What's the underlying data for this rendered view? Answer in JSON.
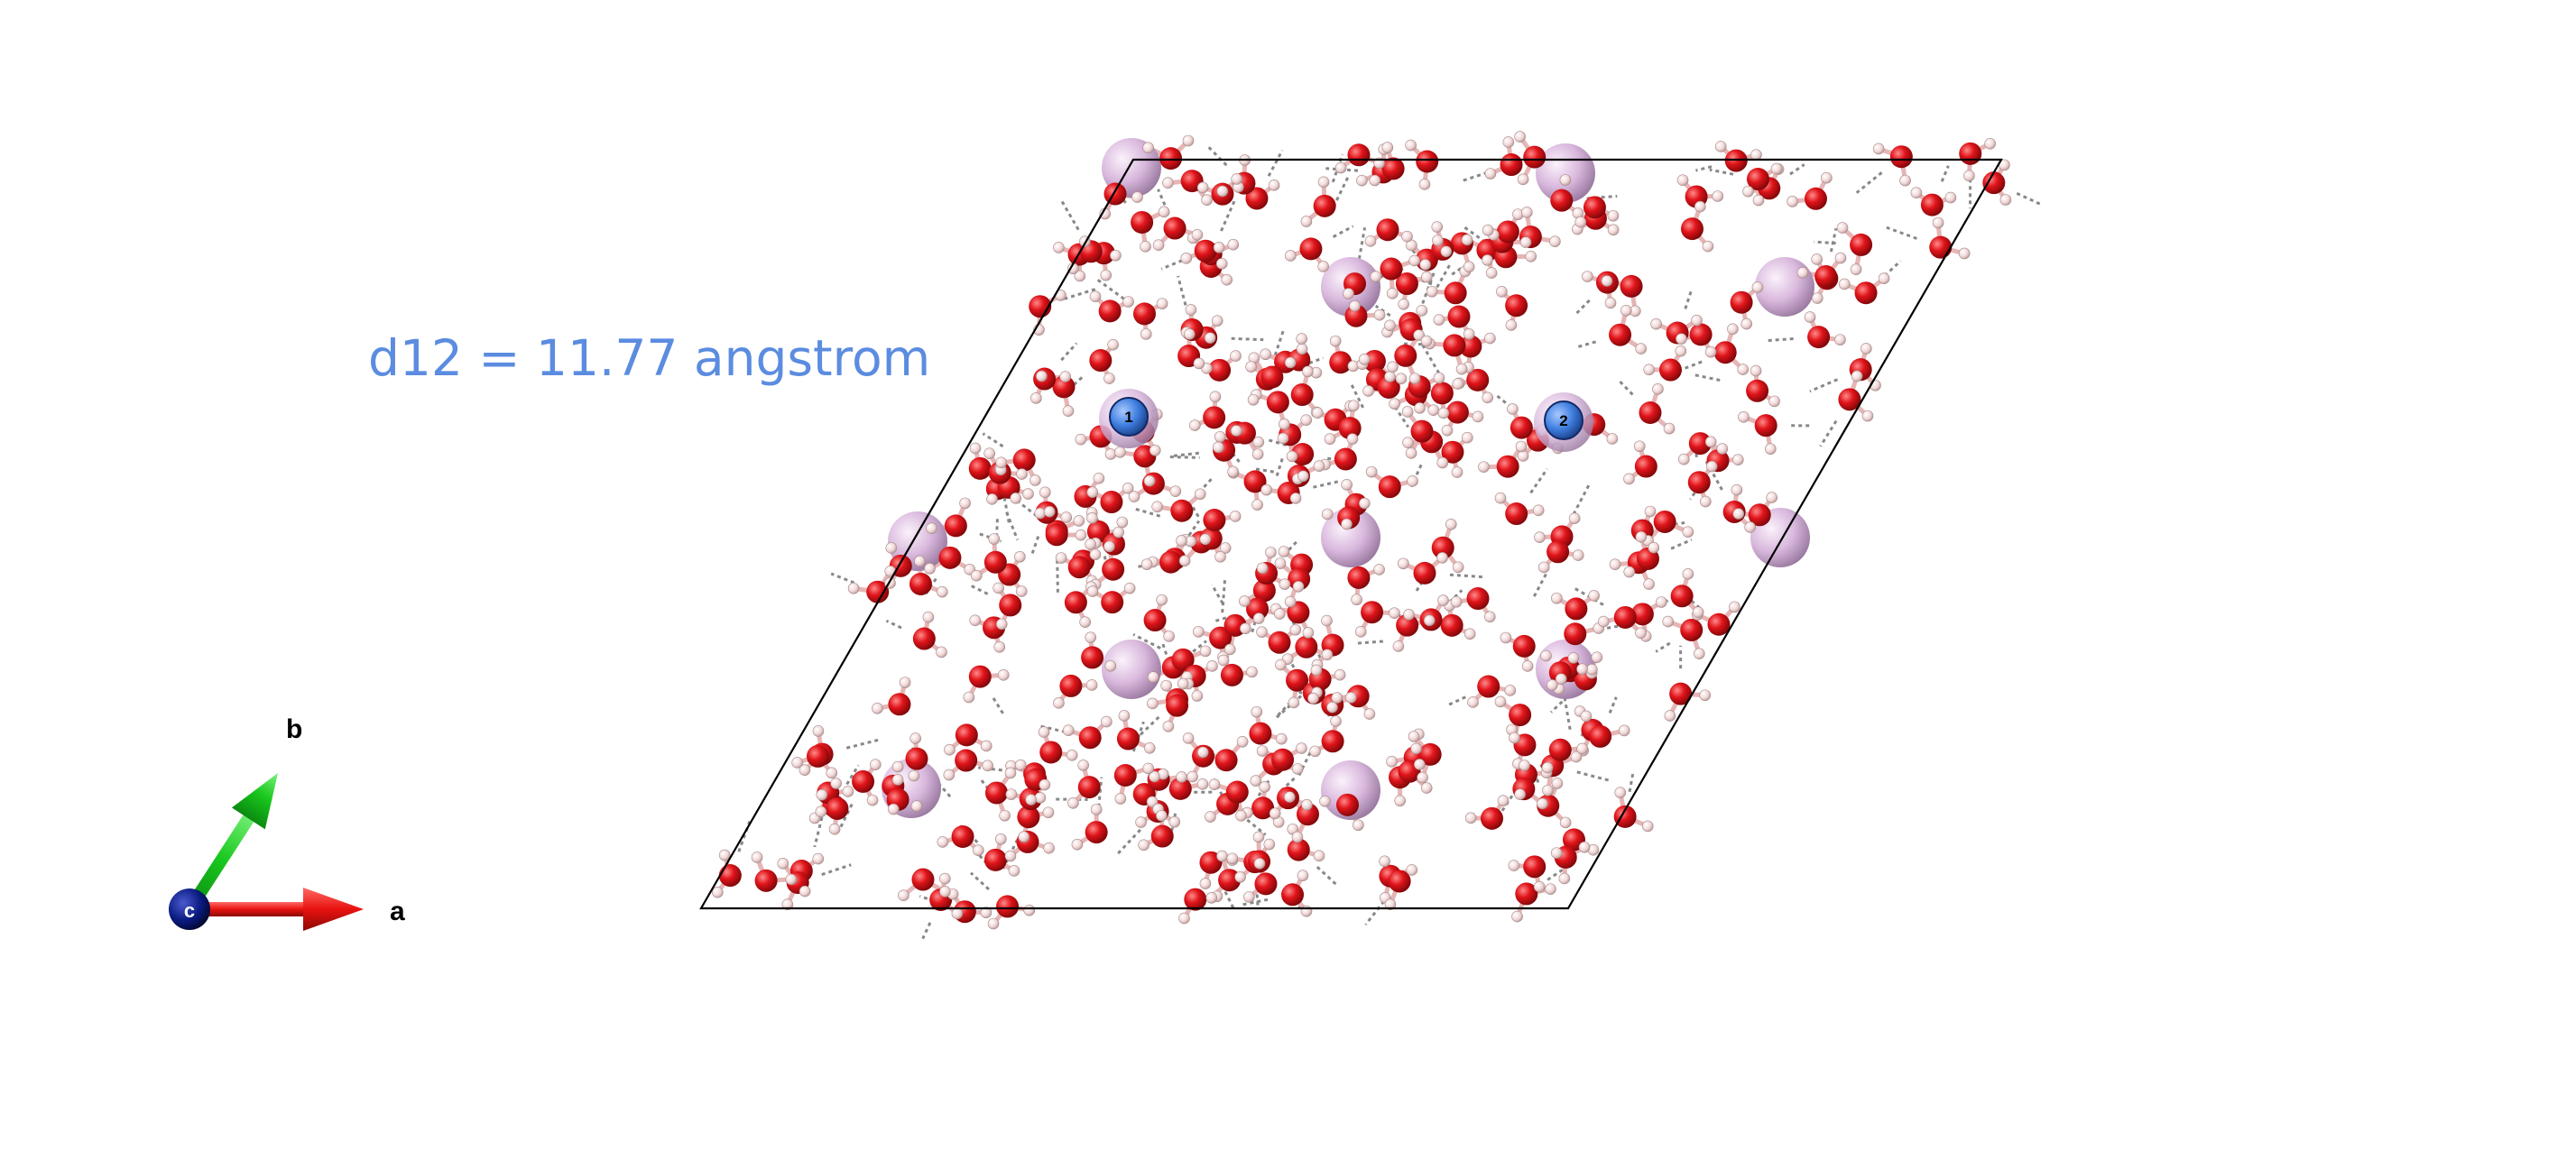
{
  "measurement": {
    "text": "d12 = 11.77 angstrom"
  },
  "axes": {
    "a_label": "a",
    "b_label": "b",
    "c_label": "c"
  },
  "selected_atoms": [
    {
      "label": "1"
    },
    {
      "label": "2"
    }
  ],
  "colors": {
    "oxygen": "#e0141a",
    "hydrogen": "#f2d8d8",
    "cation": "#d9b8dd",
    "selection": "#3f7fe0",
    "measurement_text": "#5b8ce0",
    "a_axis": "#e8120f",
    "b_axis": "#18c71d",
    "c_axis": "#0a1b82",
    "cell_outline": "#000000",
    "hbond": "#888888"
  }
}
